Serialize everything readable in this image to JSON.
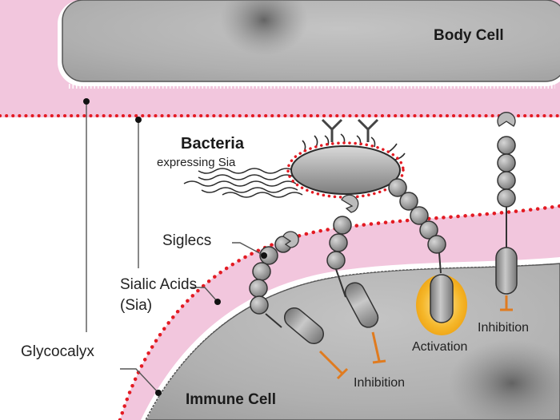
{
  "labels": {
    "body_cell": "Body Cell",
    "bacteria": "Bacteria",
    "bacteria_sub": "expressing Sia",
    "siglecs": "Siglecs",
    "sialic_acids": "Sialic Acids",
    "sialic_abbr": "(Sia)",
    "glycocalyx": "Glycocalyx",
    "immune_cell": "Immune Cell",
    "activation": "Activation",
    "inhibition_left": "Inhibition",
    "inhibition_right": "Inhibition"
  },
  "colors": {
    "glycocalyx_pink": "#f2c6dd",
    "sialic_red": "#e31b23",
    "cell_gray": "#a9a9a9",
    "siglec_gray": "#9c9c9c",
    "activation_yellow": "#f5b72a",
    "inhibition_orange": "#e07b1f",
    "outline": "#2b2b2b"
  }
}
